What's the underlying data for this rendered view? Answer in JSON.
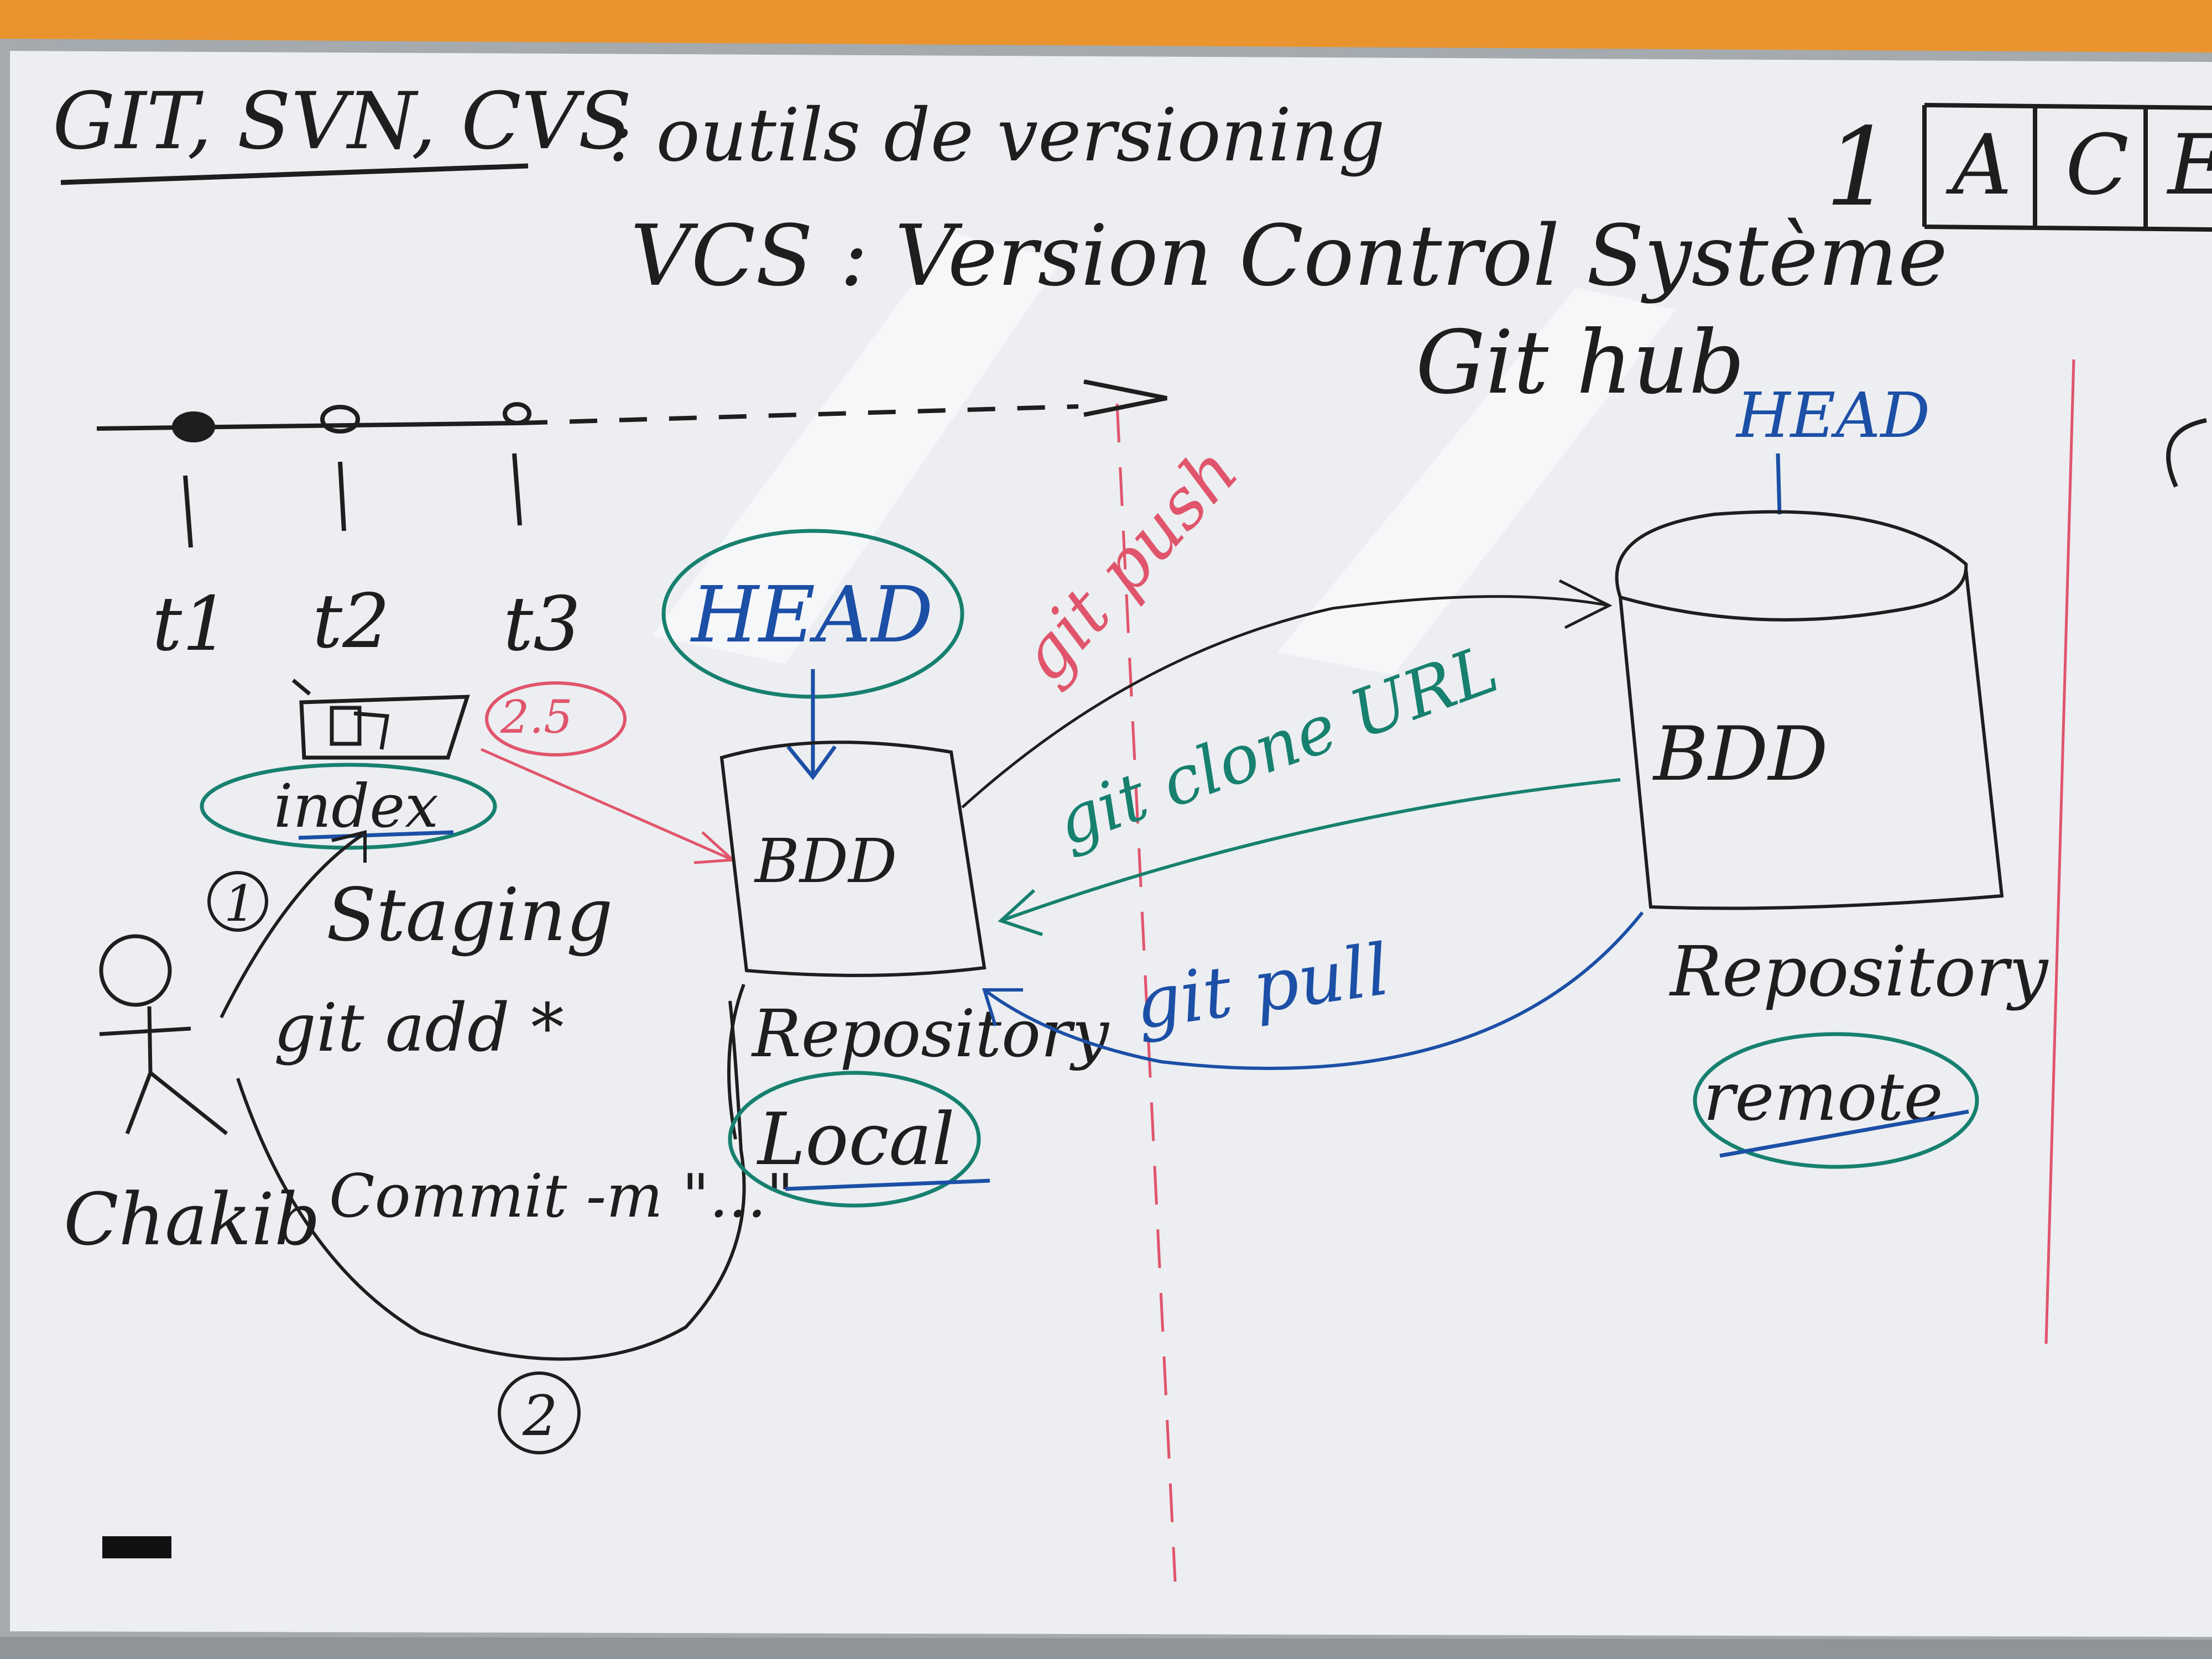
{
  "title": {
    "tools": "GIT, SVN, CVS",
    "tools_desc": ": outils de versioning"
  },
  "vcs_line": "VCS : Version Control Système",
  "github_label": "Git hub",
  "boxes_letters": [
    "A",
    "C",
    "E"
  ],
  "boxes_prefix": "1",
  "timeline": {
    "labels": [
      "t1",
      "t2",
      "t3"
    ]
  },
  "staging": {
    "step_marker": "2.5",
    "index_label": "index",
    "step1": "1",
    "staging_label": "Staging",
    "git_add": "git add *",
    "commit": "Commit -m \"...\"",
    "step2": "2"
  },
  "person_name": "Chakib",
  "local_repo": {
    "head": "HEAD",
    "db": "BDD",
    "repo": "Repository",
    "scope": "Local"
  },
  "remote_repo": {
    "head": "HEAD",
    "db": "BDD",
    "repo": "Repository",
    "scope": "remote"
  },
  "commands": {
    "push": "git push",
    "clone": "git clone URL",
    "pull": "git pull"
  },
  "colors": {
    "wall": "#e9942f",
    "board": "#ebeef0",
    "black_ink": "#1e1e1e",
    "blue_ink": "#1c4fa6",
    "green_ink": "#17806f",
    "red_ink": "#e0556c",
    "frame": "#a4aaae"
  }
}
